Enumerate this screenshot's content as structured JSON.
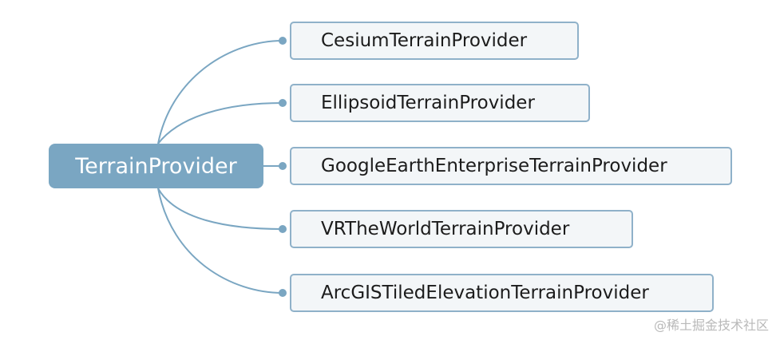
{
  "root": {
    "label": "TerrainProvider"
  },
  "children": [
    {
      "label": "CesiumTerrainProvider"
    },
    {
      "label": "EllipsoidTerrainProvider"
    },
    {
      "label": "GoogleEarthEnterpriseTerrainProvider"
    },
    {
      "label": "VRTheWorldTerrainProvider"
    },
    {
      "label": "ArcGISTiledElevationTerrainProvider"
    }
  ],
  "watermark": "@稀土掘金技术社区",
  "colors": {
    "root_fill": "#7aa6c2",
    "node_fill": "#f3f6f8",
    "node_border": "#8fb1c9",
    "connector": "#7aa6c2"
  }
}
